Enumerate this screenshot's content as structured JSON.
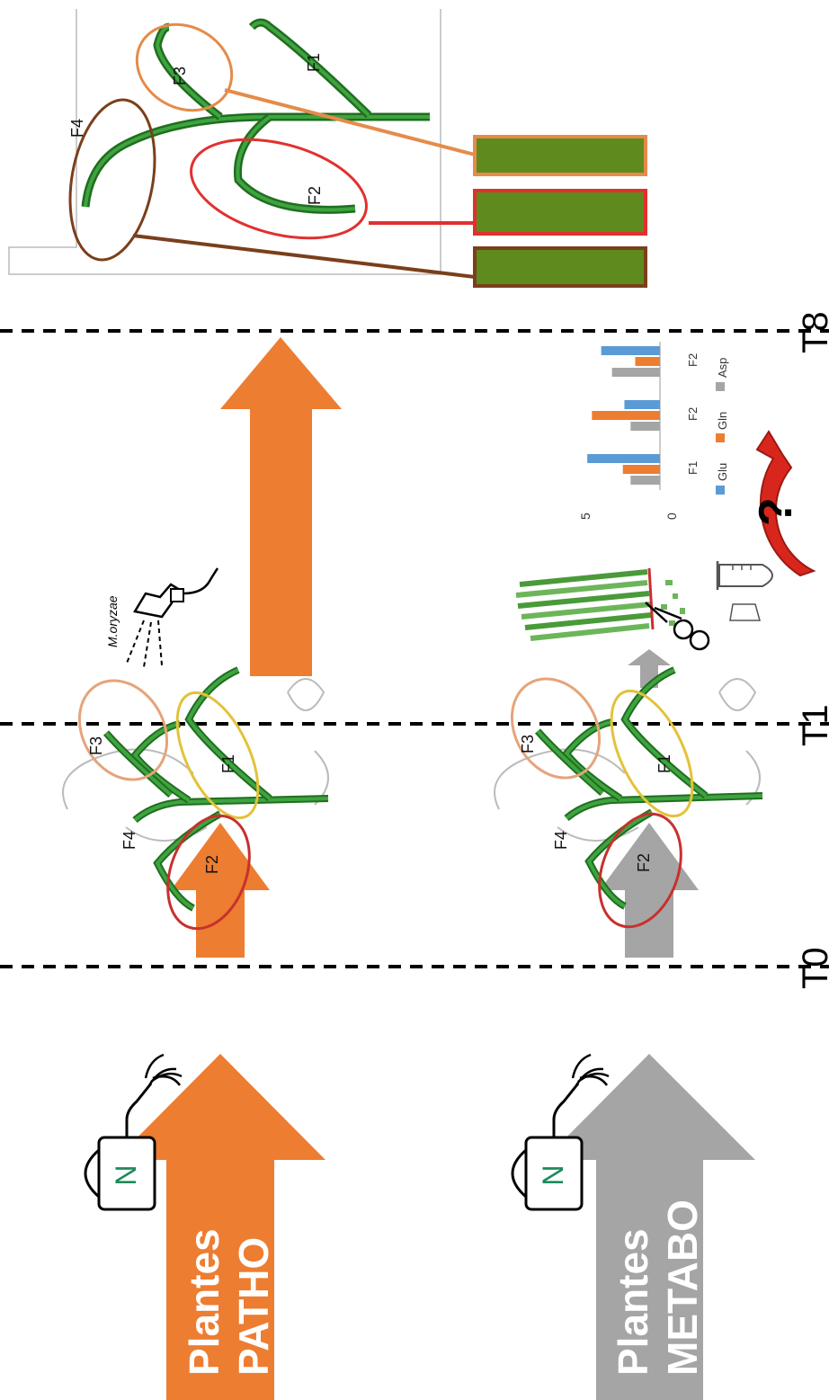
{
  "rows": {
    "patho": {
      "line1": "Plantes",
      "line2": "PATHO"
    },
    "metabo": {
      "line1": "Plantes",
      "line2": "METABO"
    }
  },
  "fertilizer_label": "N",
  "timepoints": [
    "T0",
    "T1",
    "T8"
  ],
  "leaves": {
    "f1": "F1",
    "f2": "F2",
    "f3": "F3",
    "f4": "F4"
  },
  "pathogen_label": "M.oryzae",
  "question_mark": "?",
  "colors": {
    "patho_orange": "#ed7d31",
    "metabo_grey": "#a5a5a5",
    "f1_yellow": "#e3c23a",
    "f2_red": "#e0312f",
    "f3_orange": "#e58b4a",
    "f4_brown": "#7a3f1b",
    "leaf_green": "#2f8a2f"
  },
  "chart_data": {
    "type": "bar",
    "categories": [
      "F1",
      "F2",
      "F2"
    ],
    "series": [
      {
        "name": "Glu",
        "values": [
          4.7,
          2.3,
          3.8
        ]
      },
      {
        "name": "Gln",
        "values": [
          2.4,
          4.4,
          1.6
        ]
      },
      {
        "name": "Asp",
        "values": [
          1.9,
          1.9,
          3.1
        ]
      }
    ],
    "yticks": [
      "0",
      "5"
    ],
    "ylim": [
      0,
      5
    ],
    "colors": [
      "#5b9bd5",
      "#ed7d31",
      "#a5a5a5"
    ]
  }
}
